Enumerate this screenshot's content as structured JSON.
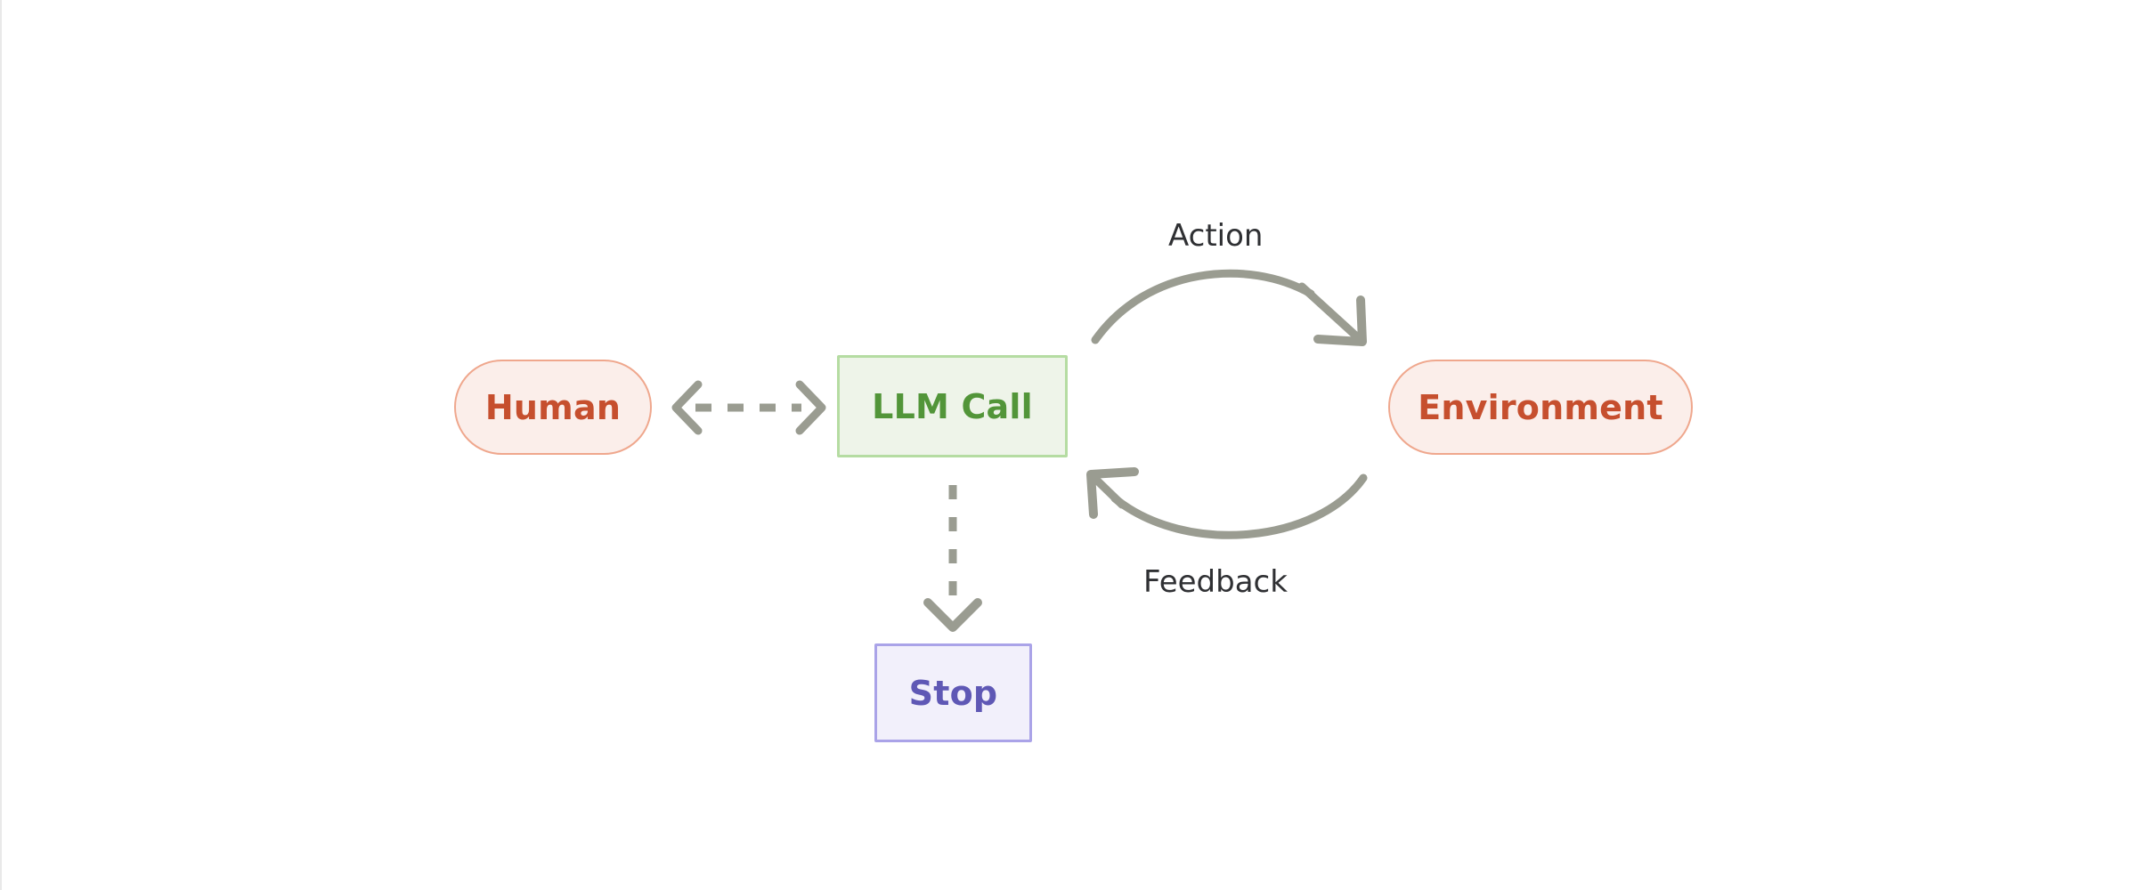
{
  "diagram": {
    "type": "flow-diagram",
    "title": "Agent loop: Human, LLM Call, Environment, Stop",
    "background_color": "#ffffff",
    "edge_stroke_color": "#9a9c91"
  },
  "nodes": [
    {
      "id": "human",
      "label": "Human",
      "shape": "pill",
      "fill": "#fbeeea",
      "stroke": "#efa78d",
      "text_color": "#c64f2e"
    },
    {
      "id": "llm-call",
      "label": "LLM Call",
      "shape": "rectangle",
      "fill": "#eef4e9",
      "stroke": "#b5dca2",
      "text_color": "#529539"
    },
    {
      "id": "environment",
      "label": "Environment",
      "shape": "pill",
      "fill": "#fbeeea",
      "stroke": "#efa78d",
      "text_color": "#c64f2e"
    },
    {
      "id": "stop",
      "label": "Stop",
      "shape": "rectangle",
      "fill": "#f2f0fb",
      "stroke": "#aaa3e8",
      "text_color": "#5f58b5"
    }
  ],
  "edges": [
    {
      "id": "human-llm",
      "label": "",
      "from": "human",
      "to": "llm-call",
      "style": "dashed",
      "arrowheads": "both"
    },
    {
      "id": "action",
      "label": "Action",
      "from": "llm-call",
      "to": "environment",
      "style": "solid-curved",
      "arrowheads": "end",
      "label_color": "#2f3033"
    },
    {
      "id": "feedback",
      "label": "Feedback",
      "from": "environment",
      "to": "llm-call",
      "style": "solid-curved",
      "arrowheads": "end",
      "label_color": "#2f3033"
    },
    {
      "id": "llm-stop",
      "label": "",
      "from": "llm-call",
      "to": "stop",
      "style": "dashed",
      "arrowheads": "end"
    }
  ]
}
